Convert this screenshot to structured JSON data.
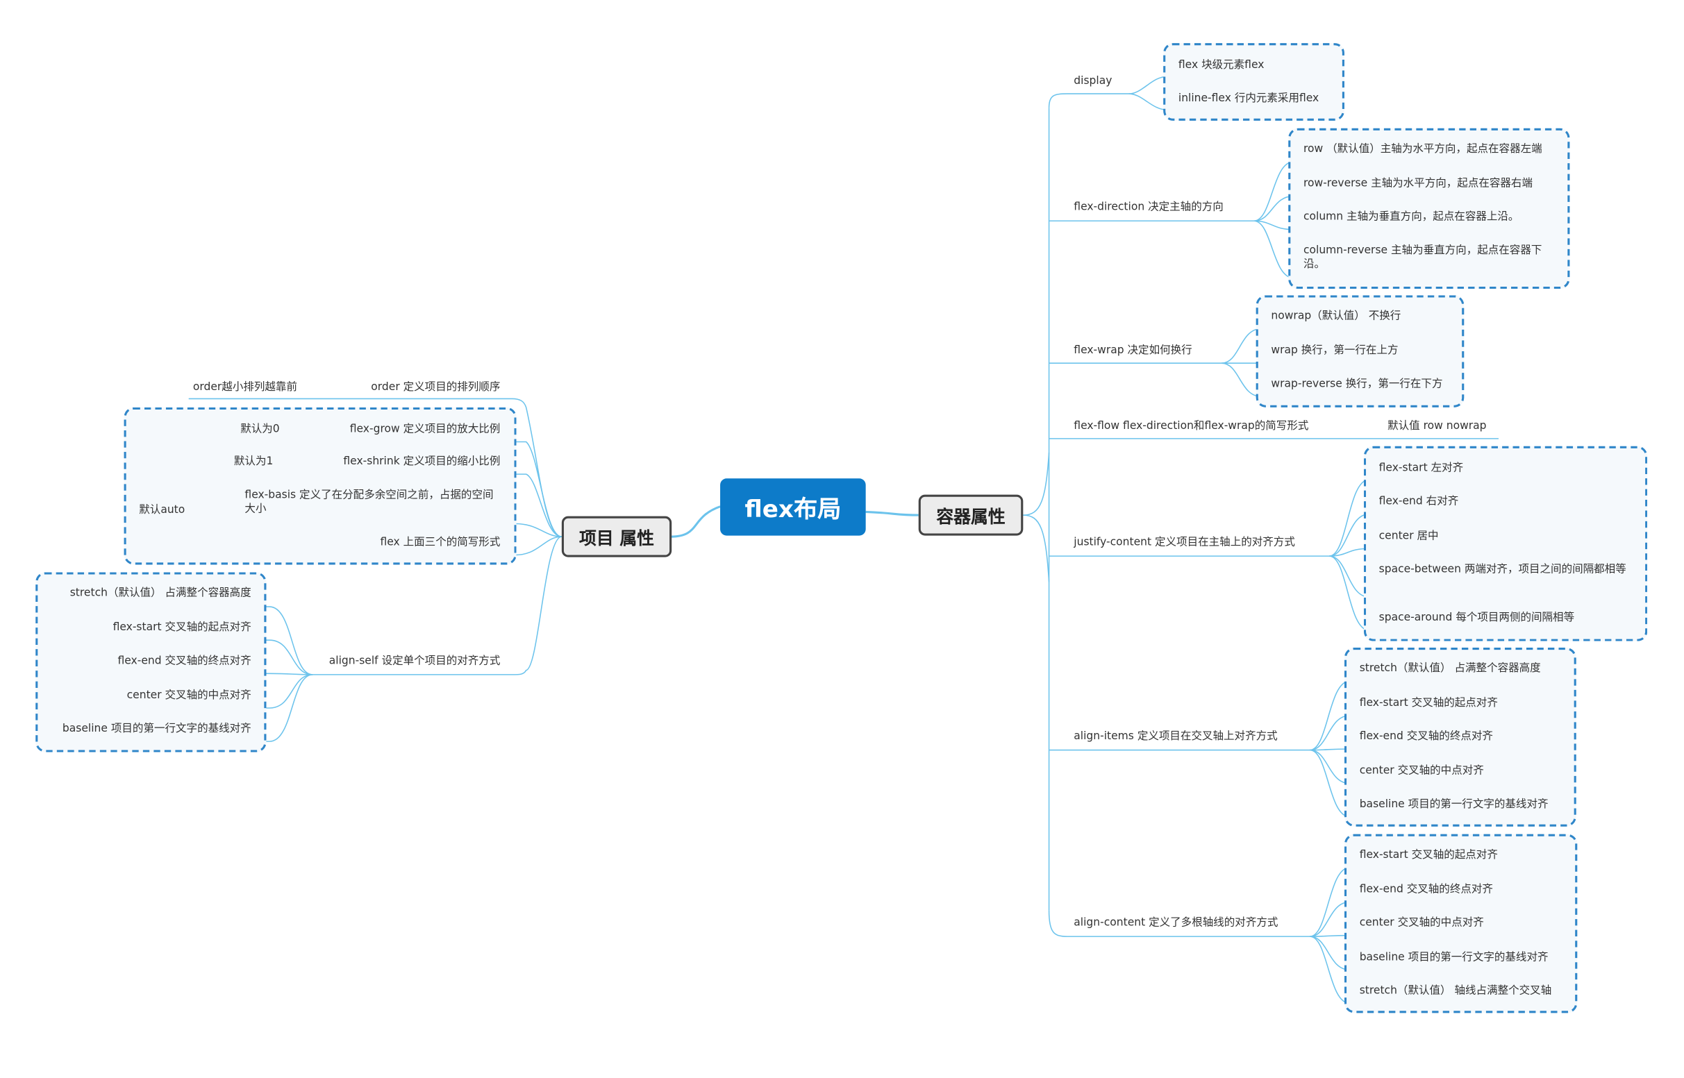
{
  "root": "flex布局",
  "container_title": "容器属性",
  "item_title": "项目 属性",
  "container": {
    "display": {
      "name": "display",
      "children": [
        "flex  块级元素flex",
        "inline-flex  行内元素采用flex"
      ]
    },
    "flex_direction": {
      "name": "flex-direction   决定主轴的方向",
      "children": [
        "row （默认值）主轴为水平方向，起点在容器左端",
        "row-reverse  主轴为水平方向，起点在容器右端",
        "column  主轴为垂直方向，起点在容器上沿。",
        "column-reverse  主轴为垂直方向，起点在容器下沿。"
      ]
    },
    "flex_wrap": {
      "name": "flex-wrap    决定如何换行",
      "children": [
        "nowrap（默认值） 不换行",
        "wrap    换行，第一行在上方",
        "wrap-reverse 换行，第一行在下方"
      ]
    },
    "flex_flow": {
      "name": "flex-flow     flex-direction和flex-wrap的简写形式",
      "note": "默认值 row nowrap"
    },
    "justify_content": {
      "name": "justify-content   定义项目在主轴上的对齐方式",
      "children": [
        "flex-start  左对齐",
        "flex-end  右对齐",
        "center    居中",
        "space-between    两端对齐，项目之间的间隔都相等",
        "space-around    每个项目两侧的间隔相等"
      ]
    },
    "align_items": {
      "name": "align-items   定义项目在交叉轴上对齐方式",
      "children": [
        "stretch（默认值）  占满整个容器高度",
        "flex-start    交叉轴的起点对齐",
        "flex-end    交叉轴的终点对齐",
        "center    交叉轴的中点对齐",
        "baseline    项目的第一行文字的基线对齐"
      ]
    },
    "align_content": {
      "name": "align-content    定义了多根轴线的对齐方式",
      "children": [
        "flex-start    交叉轴的起点对齐",
        "flex-end    交叉轴的终点对齐",
        "center    交叉轴的中点对齐",
        "baseline    项目的第一行文字的基线对齐",
        "stretch（默认值）  轴线占满整个交叉轴"
      ]
    }
  },
  "item": {
    "order": {
      "name": "order    定义项目的排列顺序",
      "note": "order越小排列越靠前"
    },
    "group_note": "默认auto",
    "flex_grow": {
      "name": "flex-grow   定义项目的放大比例",
      "note": "默认为0"
    },
    "flex_shrink": {
      "name": "flex-shrink    定义项目的缩小比例",
      "note": "默认为1"
    },
    "flex_basis": {
      "name": "flex-basis    定义了在分配多余空间之前，占据的空间大小"
    },
    "flex": {
      "name": "flex    上面三个的简写形式"
    },
    "align_self": {
      "name": "align-self   设定单个项目的对齐方式",
      "children": [
        "stretch（默认值）  占满整个容器高度",
        "flex-start    交叉轴的起点对齐",
        "flex-end    交叉轴的终点对齐",
        "center    交叉轴的中点对齐",
        "baseline    项目的第一行文字的基线对齐"
      ]
    }
  },
  "colors": {
    "root": "#0d7bc9",
    "line": "#6cc3ec",
    "dash": "#2f86c9",
    "main_fill": "#ececec"
  }
}
